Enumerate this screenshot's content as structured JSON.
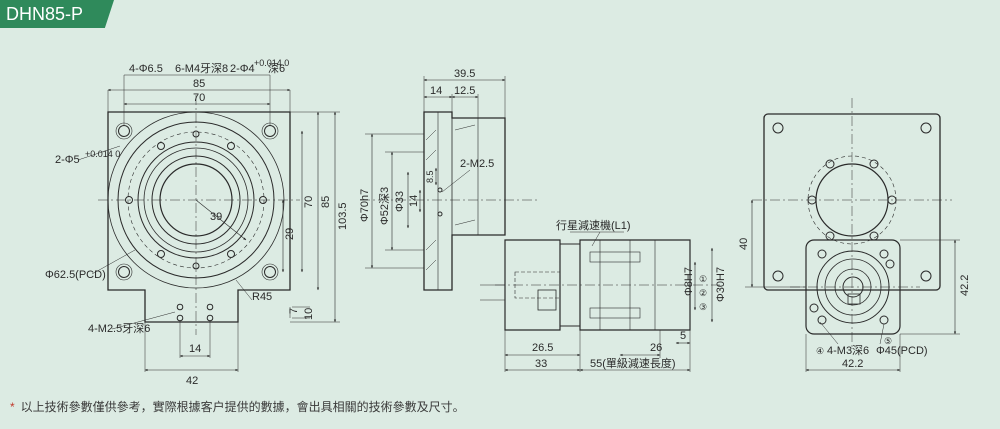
{
  "title": "DHN85-P",
  "footnote": "以上技術參數僅供參考，實際根據客户提供的數據，會出具相關的技術參數及尺寸。",
  "colors": {
    "background": "#dcebe3",
    "title_tab": "#2f8a5b",
    "line": "#2a2a2a",
    "dashed": "#3a3a3a"
  },
  "front_view": {
    "callout_holes_65": "4-Φ6.5",
    "callout_m4": "6-M4牙深8",
    "callout_pin4": "2-Φ4",
    "callout_pin4_tol": "+0.014 0",
    "callout_pin4_depth": "深6",
    "callout_pin5": "2-Φ5",
    "callout_pin5_tol": "+0.014 0",
    "dim_85_top": "85",
    "dim_70_top": "70",
    "dim_39": "39",
    "dim_29": "29",
    "dim_70_right": "70",
    "dim_85_right": "85",
    "dim_103_5": "103.5",
    "pcd": "Φ62.5(PCD)",
    "dim_r45": "R45",
    "callout_m25": "4-M2.5牙深6",
    "dim_7": "7",
    "dim_10": "10",
    "dim_14": "14",
    "dim_42": "42"
  },
  "side_view": {
    "dim_39_5": "39.5",
    "dim_14": "14",
    "dim_12_5": "12.5",
    "callout_m25": "2-M2.5",
    "dim_phi70h7": "Φ70h7",
    "dim_phi52": "Φ52深3",
    "dim_phi33": "Φ33",
    "dim_14_vert": "14",
    "dim_8_5": "8.5",
    "label_reducer": "行星減速機(L1)",
    "dim_phi8h7": "Φ8H7",
    "dim_phi30h7": "Φ30H7",
    "dim_26_5": "26.5",
    "dim_26": "26",
    "dim_5": "5",
    "dim_33": "33",
    "dim_55": "55(單級減速長度)",
    "marker_1": "①",
    "marker_2": "②",
    "marker_3": "③"
  },
  "rear_view": {
    "dim_40": "40",
    "dim_42_2_vert": "42.2",
    "dim_42_2_horiz": "42.2",
    "callout_m3": "4-M3深6",
    "pcd": "Φ45(PCD)",
    "marker_4": "④",
    "marker_5": "⑤"
  }
}
